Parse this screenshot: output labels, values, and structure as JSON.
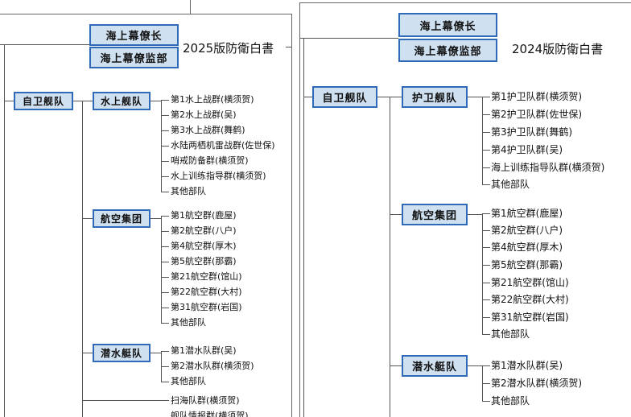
{
  "left": {
    "hq_top": "海上幕僚长",
    "hq_bottom": "海上幕僚监部",
    "title": "2025版防衛白書",
    "root": "自卫舰队",
    "groups": [
      {
        "label": "水上舰队",
        "items": [
          "第1水上战群(横须贺)",
          "第2水上战群(吴)",
          "第3水上战群(舞鹤)",
          "水陆两栖机雷战群(佐世保)",
          "哨戒防备群(横须贺)",
          "水上训练指导群(横须贺)",
          "其他部队"
        ]
      },
      {
        "label": "航空集团",
        "items": [
          "第1航空群(鹿屋)",
          "第2航空群(八户)",
          "第4航空群(厚木)",
          "第5航空群(那霸)",
          "第21航空群(馆山)",
          "第22航空群(大村)",
          "第31航空群(岩国)",
          "其他部队"
        ]
      },
      {
        "label": "潜水艇队",
        "items": [
          "第1潜水队群(吴)",
          "第2潜水队群(横须贺)",
          "其他部队"
        ]
      }
    ],
    "extra": [
      "扫海队群(横须贺)",
      "舰队情报群(横须贺)"
    ]
  },
  "right": {
    "hq_top": "海上幕僚长",
    "hq_bottom": "海上幕僚监部",
    "title": "2024版防衛白書",
    "root": "自卫舰队",
    "groups": [
      {
        "label": "护卫舰队",
        "items": [
          "第1护卫队群(横须贺)",
          "第2护卫队群(佐世保)",
          "第3护卫队群(舞鹤)",
          "第4护卫队群(吴)",
          "海上训练指导队群(横须贺)",
          "其他部队"
        ]
      },
      {
        "label": "航空集团",
        "items": [
          "第1航空群(鹿屋)",
          "第2航空群(八户)",
          "第4航空群(厚木)",
          "第5航空群(那霸)",
          "第21航空群(馆山)",
          "第22航空群(大村)",
          "第31航空群(岩国)",
          "其他部队"
        ]
      },
      {
        "label": "潜水艇队",
        "items": [
          "第1潜水队群(吴)",
          "第2潜水队群(横须贺)",
          "其他部队"
        ]
      }
    ]
  }
}
